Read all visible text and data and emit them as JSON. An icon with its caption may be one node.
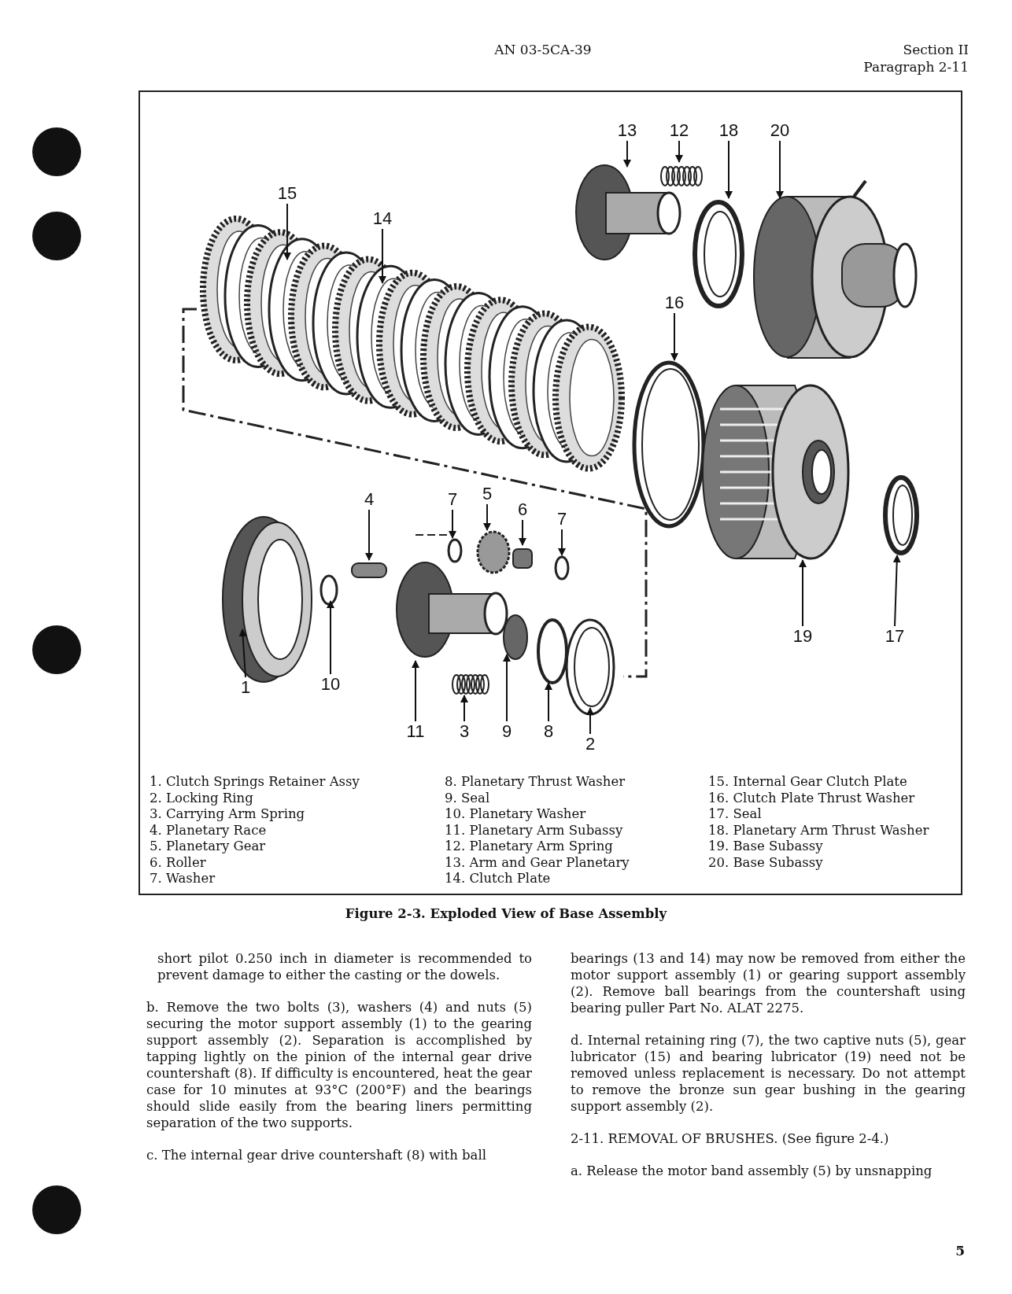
{
  "diagram": {
    "caption": "Figure 2-3. Exploded View of Base Assembly",
    "nodes": [
      {
        "text": [
          "13"
        ]
      },
      {
        "text": [
          "12"
        ]
      },
      {
        "text": [
          "18"
        ]
      },
      {
        "text": [
          "20"
        ]
      },
      {
        "text": [
          "15"
        ]
      },
      {
        "text": [
          "14"
        ]
      },
      {
        "text": [
          "16"
        ]
      },
      {
        "text": [
          "4"
        ]
      },
      {
        "text": [
          "7"
        ]
      },
      {
        "text": [
          "5"
        ]
      },
      {
        "text": [
          "6"
        ]
      },
      {
        "text": [
          "7"
        ]
      },
      {
        "text": [
          "1"
        ]
      },
      {
        "text": [
          "10"
        ]
      },
      {
        "text": [
          "11"
        ]
      },
      {
        "text": [
          "3"
        ]
      },
      {
        "text": [
          "9"
        ]
      },
      {
        "text": [
          "8"
        ]
      },
      {
        "text": [
          "2"
        ]
      },
      {
        "text": [
          "19"
        ]
      },
      {
        "text": [
          "17"
        ]
      }
    ],
    "edges": [
      {
        "from": 0,
        "to": null,
        "arrow": "to"
      },
      {
        "from": 1,
        "to": null,
        "arrow": "to"
      },
      {
        "from": 2,
        "to": null,
        "arrow": "to"
      },
      {
        "from": 3,
        "to": null,
        "arrow": "to"
      },
      {
        "from": 4,
        "to": null,
        "arrow": "to"
      },
      {
        "from": 5,
        "to": null,
        "arrow": "to"
      },
      {
        "from": 6,
        "to": null,
        "arrow": "to"
      },
      {
        "from": 7,
        "to": null,
        "arrow": "to"
      },
      {
        "from": 8,
        "to": null,
        "arrow": "to"
      },
      {
        "from": 9,
        "to": null,
        "arrow": "to"
      },
      {
        "from": 10,
        "to": null,
        "arrow": "to"
      },
      {
        "from": 11,
        "to": null,
        "arrow": "to"
      },
      {
        "from": 12,
        "to": null,
        "arrow": "to"
      },
      {
        "from": 13,
        "to": null,
        "arrow": "to"
      },
      {
        "from": 14,
        "to": null,
        "arrow": "to"
      },
      {
        "from": 15,
        "to": null,
        "arrow": "to"
      },
      {
        "from": 16,
        "to": null,
        "arrow": "to"
      },
      {
        "from": 17,
        "to": null,
        "arrow": "to"
      },
      {
        "from": 18,
        "to": null,
        "arrow": "to"
      },
      {
        "from": 19,
        "to": null,
        "arrow": "to"
      },
      {
        "from": 20,
        "to": null,
        "arrow": "to"
      }
    ],
    "labels": [
      "AN 03-5CA-39",
      "Section II",
      "Paragraph 2-11",
      "1. Clutch Springs Retainer Assy",
      "2. Locking Ring",
      "3. Carrying Arm Spring",
      "4. Planetary Race",
      "5. Planetary Gear",
      "6. Roller",
      "7. Washer",
      "8. Planetary Thrust Washer",
      "9. Seal",
      "10. Planetary Washer",
      "11. Planetary Arm Subassy",
      "12. Planetary Arm Spring",
      "13. Arm and Gear Planetary",
      "14. Clutch Plate",
      "15. Internal Gear Clutch Plate",
      "16. Clutch Plate Thrust Washer",
      "17. Seal",
      "18. Planetary Arm Thrust Washer",
      "19. Base Subassy",
      "20. Base Subassy",
      "short pilot 0.250 inch in diameter is recommended to prevent damage to either the casting or the dowels.",
      "b. Remove the two bolts (3), washers (4) and nuts (5) securing the motor support assembly (1) to the gearing support assembly (2). Separation is accomplished by tapping lightly on the pinion of the internal gear drive countershaft (8). If difficulty is encountered, heat the gear case for 10 minutes at 93°C (200°F) and the bearings should slide easily from the bearing liners permitting separation of the two supports.",
      "c. The internal gear drive countershaft (8) with ball",
      "bearings (13 and 14) may now be removed from either the motor support assembly (1) or gearing support assembly (2). Remove ball bearings from the countershaft using bearing puller Part No. ALAT 2275.",
      "d. Internal retaining ring (7), the two captive nuts (5), gear lubricator (15) and bearing lubricator (19) need not be removed unless replacement is necessary. Do not attempt to remove the bronze sun gear bushing in the gearing support assembly (2).",
      "2-11. REMOVAL OF BRUSHES. (See figure 2-4.)",
      "a. Release the motor band assembly (5) by unsnapping",
      "5"
    ]
  }
}
